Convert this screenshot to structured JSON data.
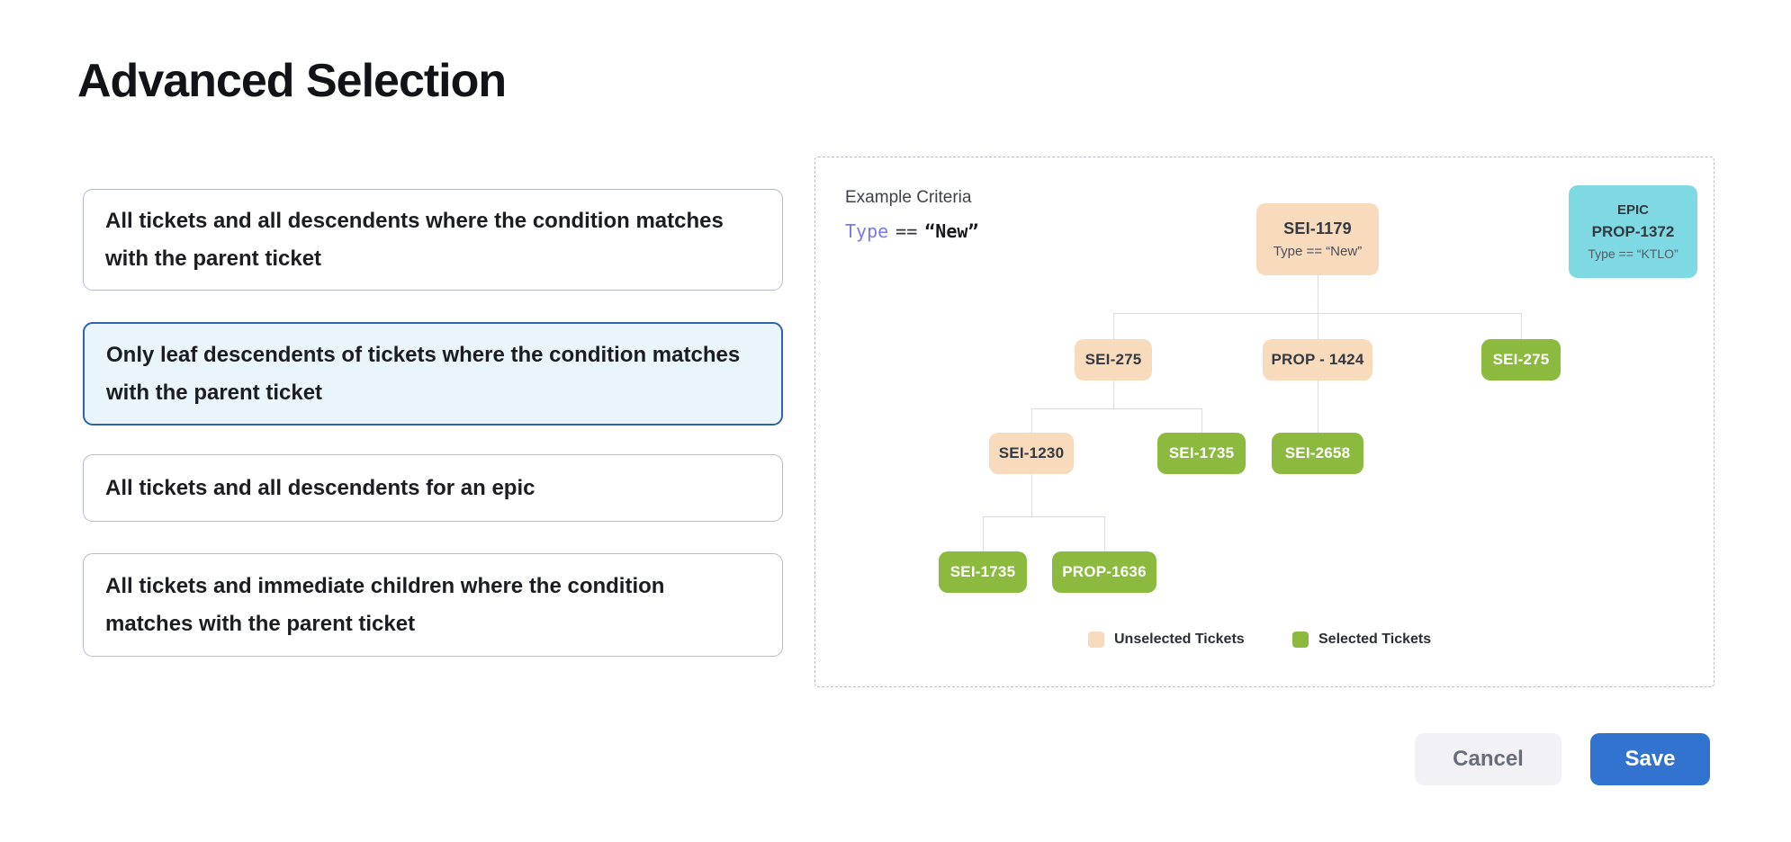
{
  "title": "Advanced Selection",
  "options": [
    {
      "label": "All tickets and all descendents where the condition matches with the parent ticket",
      "selected": false
    },
    {
      "label": "Only leaf descendents of tickets where the condition matches with the parent ticket",
      "selected": true
    },
    {
      "label": "All tickets and all descendents for an epic",
      "selected": false
    },
    {
      "label": "All tickets and immediate children where the condition matches with the parent ticket",
      "selected": false
    }
  ],
  "example_panel": {
    "heading": "Example Criteria",
    "criteria": {
      "field": "Type",
      "operator": "==",
      "value": "“New”"
    },
    "epic_card": {
      "kind": "EPIC",
      "id": "PROP-1372",
      "criteria": "Type == “KTLO”"
    },
    "tree": {
      "root": {
        "id": "SEI-1179",
        "criteria": "Type == “New”",
        "state": "unselected"
      },
      "nodes": [
        {
          "id": "SEI-275",
          "state": "unselected"
        },
        {
          "id": "PROP - 1424",
          "state": "unselected"
        },
        {
          "id": "SEI-275",
          "state": "selected"
        },
        {
          "id": "SEI-1230",
          "state": "unselected"
        },
        {
          "id": "SEI-1735",
          "state": "selected"
        },
        {
          "id": "SEI-2658",
          "state": "selected"
        },
        {
          "id": "SEI-1735",
          "state": "selected"
        },
        {
          "id": "PROP-1636",
          "state": "selected"
        }
      ]
    },
    "legend": [
      {
        "label": "Unselected Tickets",
        "color": "#f8dabd"
      },
      {
        "label": "Selected Tickets",
        "color": "#8bba3e"
      }
    ]
  },
  "footer": {
    "cancel_label": "Cancel",
    "save_label": "Save"
  },
  "colors": {
    "selected_card_border": "#2e63af",
    "selected_card_bg": "#e9f4fb",
    "unselected_ticket": "#f8dabd",
    "selected_ticket": "#8bba3e",
    "epic_ticket": "#7fd9e2",
    "criteria_field": "#767bf0",
    "save_button": "#3273d0"
  }
}
